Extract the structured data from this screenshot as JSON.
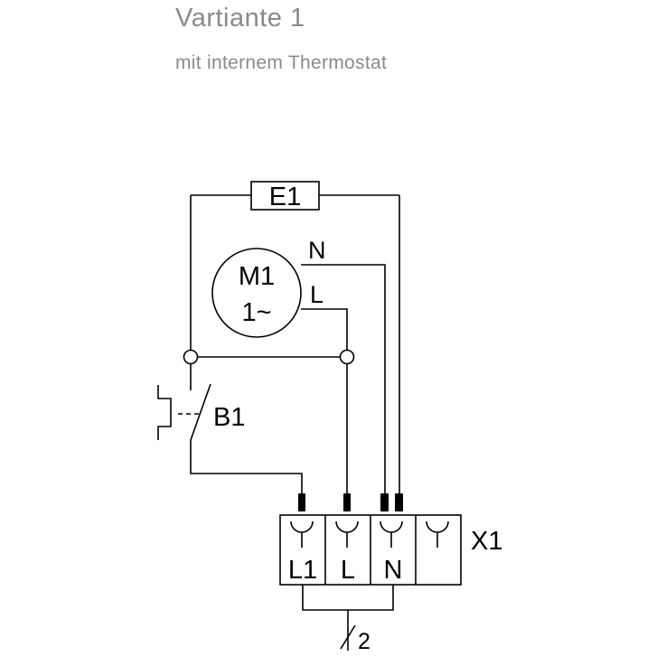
{
  "header": {
    "title": "Vartiante 1",
    "subtitle": "mit internem Thermostat"
  },
  "diagram": {
    "heater_label": "E1",
    "motor_label_line1": "M1",
    "motor_label_line2": "1~",
    "motor_terminal_n": "N",
    "motor_terminal_l": "L",
    "thermostat_label": "B1",
    "terminal_block_label": "X1",
    "terminal_1_label": "L1",
    "terminal_2_label": "L",
    "terminal_3_label": "N",
    "cable_conductor_count": "2"
  }
}
